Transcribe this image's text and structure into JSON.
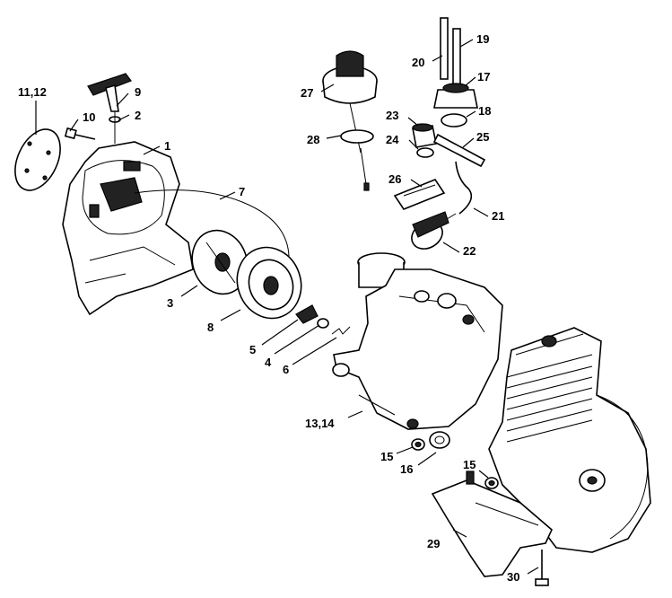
{
  "callouts": [
    {
      "id": "c1",
      "text": "1"
    },
    {
      "id": "c2",
      "text": "2"
    },
    {
      "id": "c3",
      "text": "3"
    },
    {
      "id": "c4",
      "text": "4"
    },
    {
      "id": "c5",
      "text": "5"
    },
    {
      "id": "c6",
      "text": "6"
    },
    {
      "id": "c7",
      "text": "7"
    },
    {
      "id": "c8",
      "text": "8"
    },
    {
      "id": "c9",
      "text": "9"
    },
    {
      "id": "c10",
      "text": "10"
    },
    {
      "id": "c11",
      "text": "11,12"
    },
    {
      "id": "c13",
      "text": "13,14"
    },
    {
      "id": "c15a",
      "text": "15"
    },
    {
      "id": "c15b",
      "text": "15"
    },
    {
      "id": "c16",
      "text": "16"
    },
    {
      "id": "c17",
      "text": "17"
    },
    {
      "id": "c18",
      "text": "18"
    },
    {
      "id": "c19",
      "text": "19"
    },
    {
      "id": "c20",
      "text": "20"
    },
    {
      "id": "c21",
      "text": "21"
    },
    {
      "id": "c22",
      "text": "22"
    },
    {
      "id": "c23",
      "text": "23"
    },
    {
      "id": "c24",
      "text": "24"
    },
    {
      "id": "c25",
      "text": "25"
    },
    {
      "id": "c26",
      "text": "26"
    },
    {
      "id": "c27",
      "text": "27"
    },
    {
      "id": "c28",
      "text": "28"
    },
    {
      "id": "c29",
      "text": "29"
    },
    {
      "id": "c30",
      "text": "30"
    }
  ]
}
